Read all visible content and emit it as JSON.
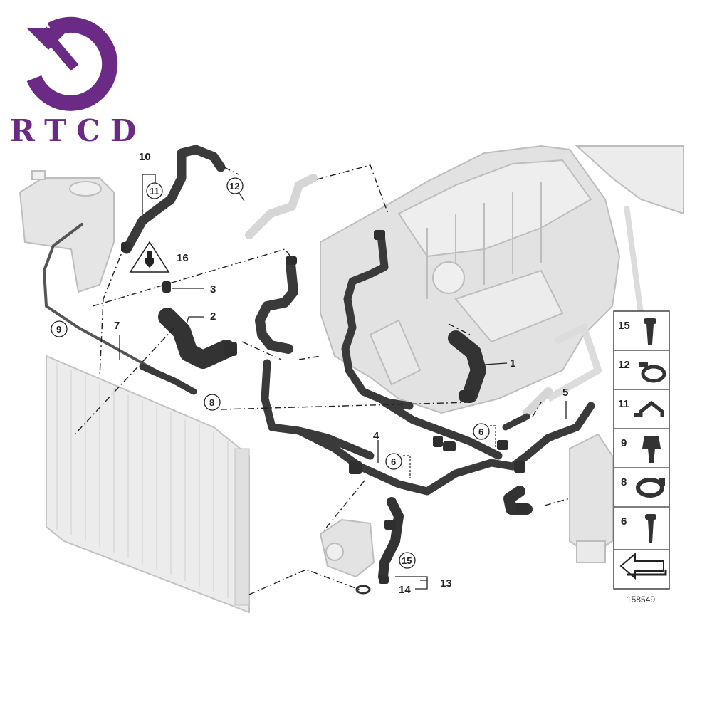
{
  "logo": {
    "text": "RTCD",
    "color": "#6b2a86"
  },
  "colors": {
    "hose": "#3a3a3a",
    "hoseDark": "#2a2a2a",
    "ghost": "#d8d8d8",
    "ghostEdge": "#bdbdbd",
    "line": "#222222"
  },
  "callouts": {
    "c1": "1",
    "c2": "2",
    "c3": "3",
    "c4": "4",
    "c5": "5",
    "c6a": "6",
    "c6b": "6",
    "c7": "7",
    "c8": "8",
    "c9": "9",
    "c10": "10",
    "c11": "11",
    "c12": "12",
    "c13": "13",
    "c14": "14",
    "c15": "15",
    "c16": "16"
  },
  "legend": {
    "items": [
      {
        "number": "15",
        "icon": "screw-icon"
      },
      {
        "number": "12",
        "icon": "clamp-icon"
      },
      {
        "number": "11",
        "icon": "clip-icon"
      },
      {
        "number": "9",
        "icon": "expansion-rivet-icon"
      },
      {
        "number": "8",
        "icon": "hose-clamp-icon"
      },
      {
        "number": "6",
        "icon": "screw-icon"
      }
    ],
    "footer_icon": "direction-arrow-icon"
  },
  "catalog_number": "158549"
}
